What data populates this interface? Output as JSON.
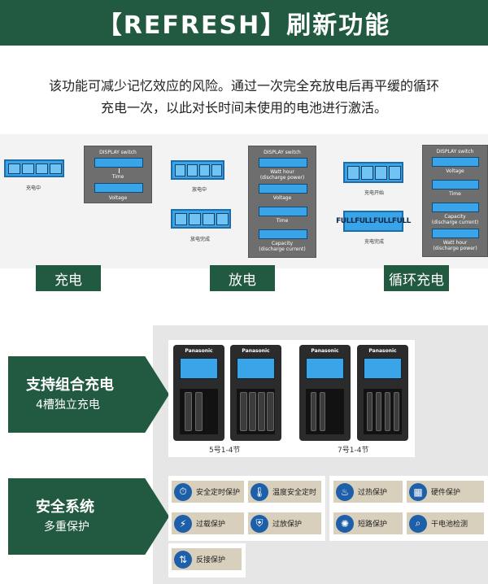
{
  "banner": {
    "title": "【REFRESH】刷新功能"
  },
  "intro": {
    "line1": "该功能可减少记忆效应的风险。通过一次完全充放电后再平缓的循环",
    "line2": "充电一次，以此对长时间未使用的电池进行激活。"
  },
  "panels": {
    "charge": {
      "lcd_caption": "充电中",
      "display": {
        "header": "DISPLAY switch",
        "labels": [
          "Time",
          "Voltage"
        ]
      },
      "tag": "充电"
    },
    "discharge": {
      "lcd1_caption": "放电中",
      "lcd2_caption": "放电完成",
      "display": {
        "header": "DISPLAY switch",
        "labels": [
          "Watt hour\n(discharge power)",
          "Voltage",
          "Time",
          "Capacity\n(discharge current)"
        ]
      },
      "tag": "放电"
    },
    "cycle": {
      "lcd1_caption": "充电开始",
      "lcd2_caption": "充电完成",
      "full_text": "FULLFULLFULLFULL",
      "display": {
        "header": "DISPLAY switch",
        "labels": [
          "Voltage",
          "Time",
          "Capacity\n(discharge current)",
          "Watt hour\n(discharge power)"
        ]
      },
      "tag": "循环充电"
    }
  },
  "combo": {
    "title": "支持组合充电",
    "subtitle": "4槽独立充电",
    "brand": "Panasonic",
    "caption_aa": "5号1-4节",
    "caption_aaa": "7号1-4节"
  },
  "safety": {
    "title": "安全系统",
    "subtitle": "多重保护",
    "features": [
      {
        "label": "安全定时保护",
        "icon": "timer-icon",
        "glyph": "⏱"
      },
      {
        "label": "温度安全定时",
        "icon": "thermometer-icon",
        "glyph": "🌡"
      },
      {
        "label": "过热保护",
        "icon": "heat-icon",
        "glyph": "♨"
      },
      {
        "label": "硬件保护",
        "icon": "chip-icon",
        "glyph": "▦"
      },
      {
        "label": "过载保护",
        "icon": "lightning-icon",
        "glyph": "⚡"
      },
      {
        "label": "过放保护",
        "icon": "shield-icon",
        "glyph": "⛨"
      },
      {
        "label": "短路保护",
        "icon": "short-circuit-icon",
        "glyph": "✺"
      },
      {
        "label": "干电池检测",
        "icon": "battery-check-icon",
        "glyph": "⌕"
      },
      {
        "label": "反接保护",
        "icon": "reverse-icon",
        "glyph": "⇅"
      }
    ]
  },
  "colors": {
    "green": "#215a40",
    "lcd": "#3aa4e8",
    "feature_bg": "#d9cfbd",
    "icon_blue": "#1d5fa8"
  }
}
